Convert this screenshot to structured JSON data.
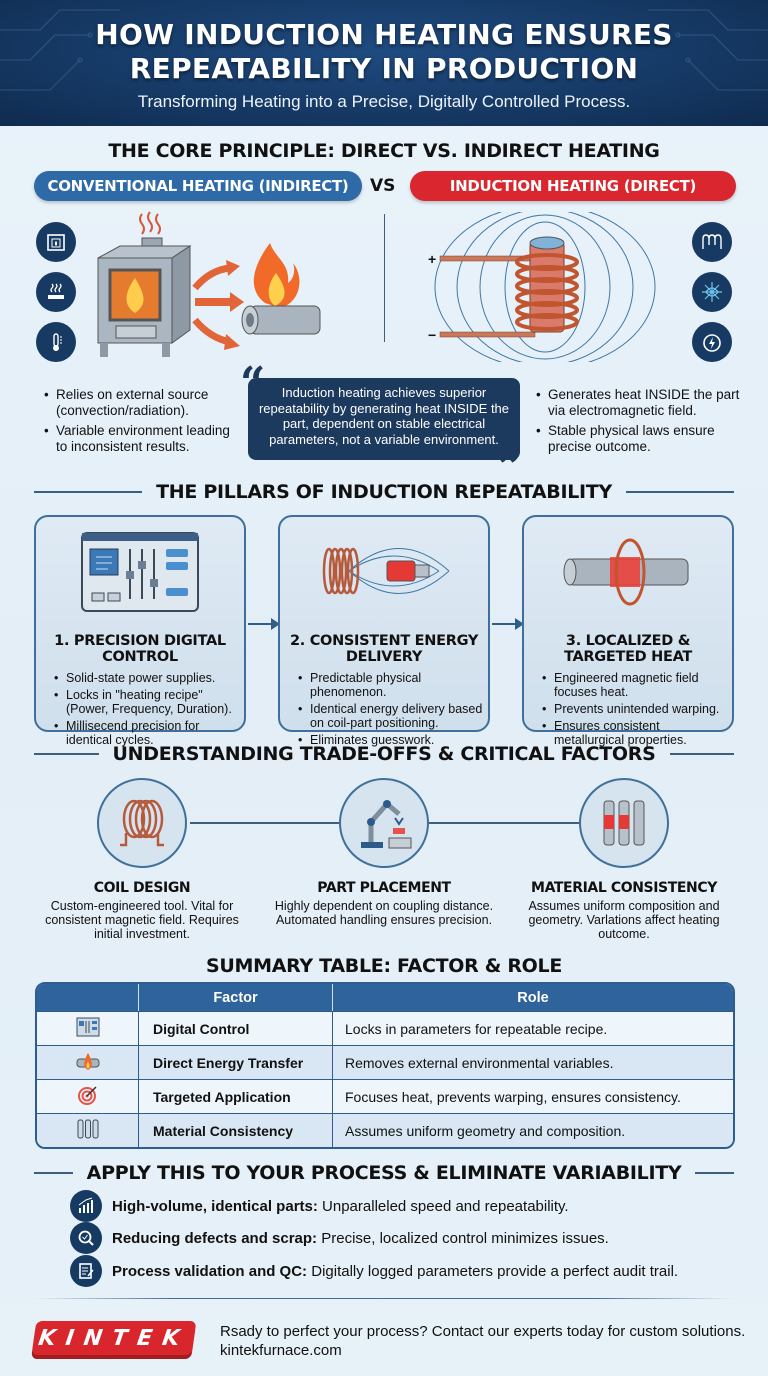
{
  "header": {
    "title_line1": "HOW INDUCTION HEATING ENSURES",
    "title_line2": "REPEATABILITY IN PRODUCTION",
    "subtitle": "Transforming Heating into a Precise, Digitally Controlled Process."
  },
  "core": {
    "title": "THE CORE PRINCIPLE: DIRECT VS. INDIRECT HEATING",
    "left_pill": "CONVENTIONAL HEATING (INDIRECT)",
    "vs": "VS",
    "right_pill": "INDUCTION HEATING (DIRECT)",
    "left_icons": [
      "furnace-icon",
      "heating-surface-icon",
      "thermometer-icon"
    ],
    "right_icons": [
      "coil-icon",
      "magnetic-field-icon",
      "power-icon"
    ],
    "left_bullets": [
      "Relies on external source (convection/radiation).",
      "Variable environment leading to inconsistent results."
    ],
    "right_bullets": [
      "Generates heat INSIDE the part via electromagnetic field.",
      "Stable physical laws ensure precise outcome."
    ],
    "quote": "Induction heating achieves superior repeatability by generating heat INSIDE the part, dependent on stable electrical parameters, not a variable environment.",
    "coil_plus": "+",
    "coil_minus": "−"
  },
  "pillars": {
    "title": "THE PILLARS OF INDUCTION REPEATABILITY",
    "cards": [
      {
        "title": "1. PRECISION DIGITAL CONTROL",
        "bullets": [
          "Solid-state power supplies.",
          "Locks in \"heating recipe\" (Power, Frequency, Duration).",
          "Millisecend precision for identical cycles."
        ]
      },
      {
        "title": "2. CONSISTENT ENERGY DELIVERY",
        "bullets": [
          "Predictable physical phenomenon.",
          "Identical energy delivery based on coil-part positioning.",
          "Eliminates guesswork."
        ]
      },
      {
        "title": "3. LOCALIZED & TARGETED HEAT",
        "bullets": [
          "Engineered magnetic field focuses heat.",
          "Prevents unintended warping.",
          "Ensures consistent metallurgical properties."
        ]
      }
    ]
  },
  "tradeoffs": {
    "title": "UNDERSTANDING TRADE-OFFS & CRITICAL FACTORS",
    "items": [
      {
        "title": "COIL DESIGN",
        "text": "Custom-engineered tool. Vital for consistent magnetic field. Requires initial investment."
      },
      {
        "title": "PART PLACEMENT",
        "text": "Highly dependent on coupling distance. Automated handling ensures precision."
      },
      {
        "title": "MATERIAL CONSISTENCY",
        "text": "Assumes uniform composition and geometry. Varlations affect heating outcome."
      }
    ]
  },
  "summary": {
    "title": "SUMMARY TABLE: FACTOR & ROLE",
    "headers": [
      "",
      "Factor",
      "Role"
    ],
    "rows": [
      {
        "icon": "control-panel-icon",
        "factor": "Digital Control",
        "role": "Locks in parameters for repeatable recipe."
      },
      {
        "icon": "heated-pipe-icon",
        "factor": "Direct Energy Transfer",
        "role": "Removes external environmental variables."
      },
      {
        "icon": "target-icon",
        "factor": "Targeted Application",
        "role": "Focuses heat, prevents warping, ensures consistency."
      },
      {
        "icon": "parts-icon",
        "factor": "Material Consistency",
        "role": "Assumes uniform geometry and composition."
      }
    ]
  },
  "apply": {
    "title": "APPLY THIS TO YOUR PROCESS & ELIMINATE VARIABILITY",
    "items": [
      {
        "icon": "bar-chart-icon",
        "bold": "High-volume, identical parts:",
        "text": " Unparalleled speed and repeatability."
      },
      {
        "icon": "magnifier-check-icon",
        "bold": "Reducing defects and scrap:",
        "text": " Precise, localized control minimizes issues."
      },
      {
        "icon": "document-edit-icon",
        "bold": "Process validation and QC:",
        "text": " Digitally logged parameters provide a perfect audit trail."
      }
    ]
  },
  "footer": {
    "logo": "KINTEK",
    "cta": "Rsady to perfect your process? Contact our experts today for custom solutions.",
    "url": "kintekfurnace.com"
  },
  "colors": {
    "navy": "#173a62",
    "blue_pill": "#2e6aa8",
    "red_pill": "#d9262f",
    "card_border": "#3f6f9a"
  }
}
